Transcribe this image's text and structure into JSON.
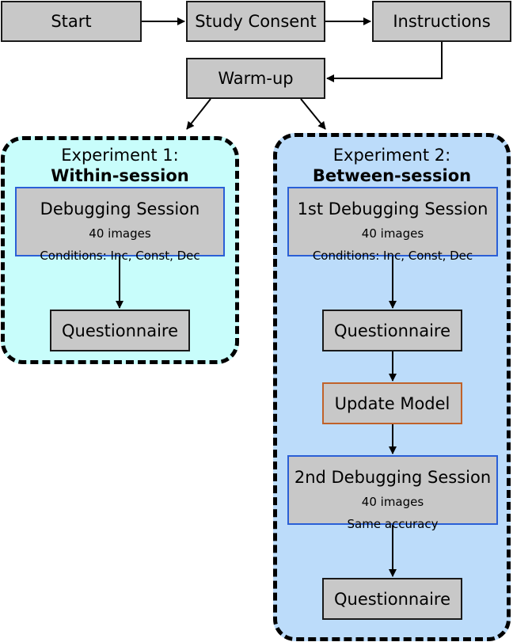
{
  "flow": {
    "start": "Start",
    "consent": "Study Consent",
    "instructions": "Instructions",
    "warmup": "Warm-up"
  },
  "experiment1": {
    "title": "Experiment 1:",
    "subtitle": "Within-session",
    "session_title": "Debugging Session",
    "session_line1": "40 images",
    "session_line2": "Conditions: Inc, Const, Dec",
    "questionnaire": "Questionnaire"
  },
  "experiment2": {
    "title": "Experiment 2:",
    "subtitle": "Between-session",
    "session1_title": "1st Debugging Session",
    "session1_line1": "40 images",
    "session1_line2": "Conditions: Inc, Const, Dec",
    "questionnaire1": "Questionnaire",
    "update_model": "Update Model",
    "session2_title": "2nd Debugging Session",
    "session2_line1": "40 images",
    "session2_line2": "Same accuracy",
    "questionnaire2": "Questionnaire"
  },
  "colors": {
    "box_fill": "#c8c8c8",
    "experiment1_bg": "#c8fdfb",
    "experiment2_bg": "#bcdcfa",
    "session_border": "#2a5fd6",
    "update_border": "#c0622a"
  }
}
